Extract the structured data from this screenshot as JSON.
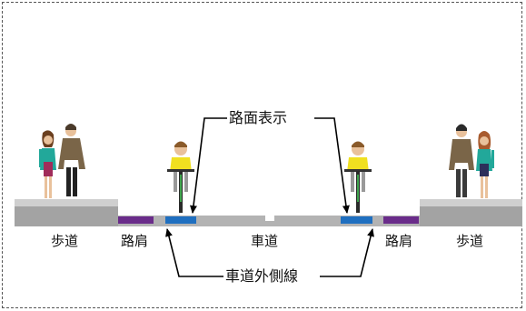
{
  "labels": {
    "sidewalk_left": "歩道",
    "shoulder_left": "路肩",
    "roadway": "車道",
    "shoulder_right": "路肩",
    "sidewalk_right": "歩道",
    "road_marking": "路面表示",
    "outer_line": "車道外側線"
  },
  "colors": {
    "sidewalk": "#a6a6a6",
    "sidewalk_top": "#d0d0d0",
    "road": "#b4b4b4",
    "marking_blue": "#1f6fc0",
    "shoulder_purple": "#6b2e8c",
    "cyclist_shirt": "#f0e020"
  },
  "icons": [
    "pedestrian-woman-icon",
    "pedestrian-man-icon",
    "cyclist-icon"
  ]
}
